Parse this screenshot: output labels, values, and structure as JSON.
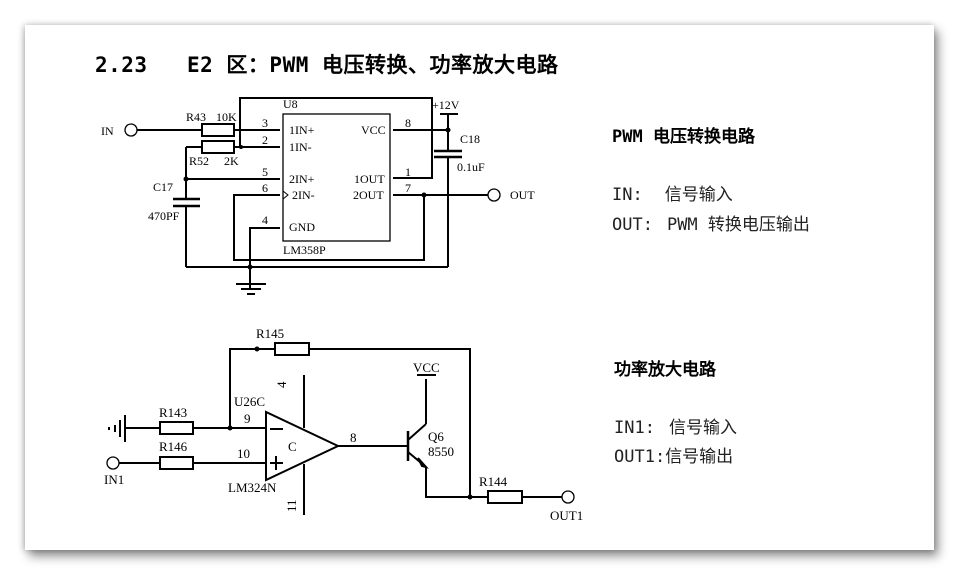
{
  "title": "2.23   E2 区：PWM 电压转换、功率放大电路",
  "pwm_section": {
    "heading": "PWM 电压转换电路",
    "lines": [
      {
        "label": "IN:",
        "text": "信号输入"
      },
      {
        "label": "OUT:",
        "text": "PWM 转换电压输出"
      }
    ],
    "schematic": {
      "input_label": "IN",
      "output_label": "OUT",
      "ic_ref": "U8",
      "ic_part": "LM358P",
      "supply": "+12V",
      "pins_left": [
        {
          "num": "3",
          "name": "1IN+"
        },
        {
          "num": "2",
          "name": "1IN-"
        },
        {
          "num": "5",
          "name": "2IN+"
        },
        {
          "num": "6",
          "name": "2IN-"
        },
        {
          "num": "4",
          "name": "GND"
        }
      ],
      "pins_right": [
        {
          "num": "8",
          "name": "VCC"
        },
        {
          "num": "1",
          "name": "1OUT"
        },
        {
          "num": "7",
          "name": "2OUT"
        }
      ],
      "r43": {
        "ref": "R43",
        "value": "10K"
      },
      "r52": {
        "ref": "R52",
        "value": "2K"
      },
      "c17": {
        "ref": "C17",
        "value": "470PF"
      },
      "c18": {
        "ref": "C18",
        "value": "0.1uF"
      }
    }
  },
  "amp_section": {
    "heading": "功率放大电路",
    "lines": [
      {
        "label": "IN1:",
        "text": "信号输入"
      },
      {
        "label": "OUT1:",
        "text": "信号输出"
      }
    ],
    "schematic": {
      "input_label": "IN1",
      "output_label": "OUT1",
      "opamp_ref": "U26C",
      "opamp_part": "LM324N",
      "opamp_unit": "C",
      "pin_inv": "9",
      "pin_noninv": "10",
      "pin_out": "8",
      "pin_vpos": "4",
      "pin_vneg": "11",
      "r143": "R143",
      "r145": "R145",
      "r146": "R146",
      "r144": "R144",
      "transistor_ref": "Q6",
      "transistor_part": "8550",
      "supply": "VCC"
    }
  }
}
